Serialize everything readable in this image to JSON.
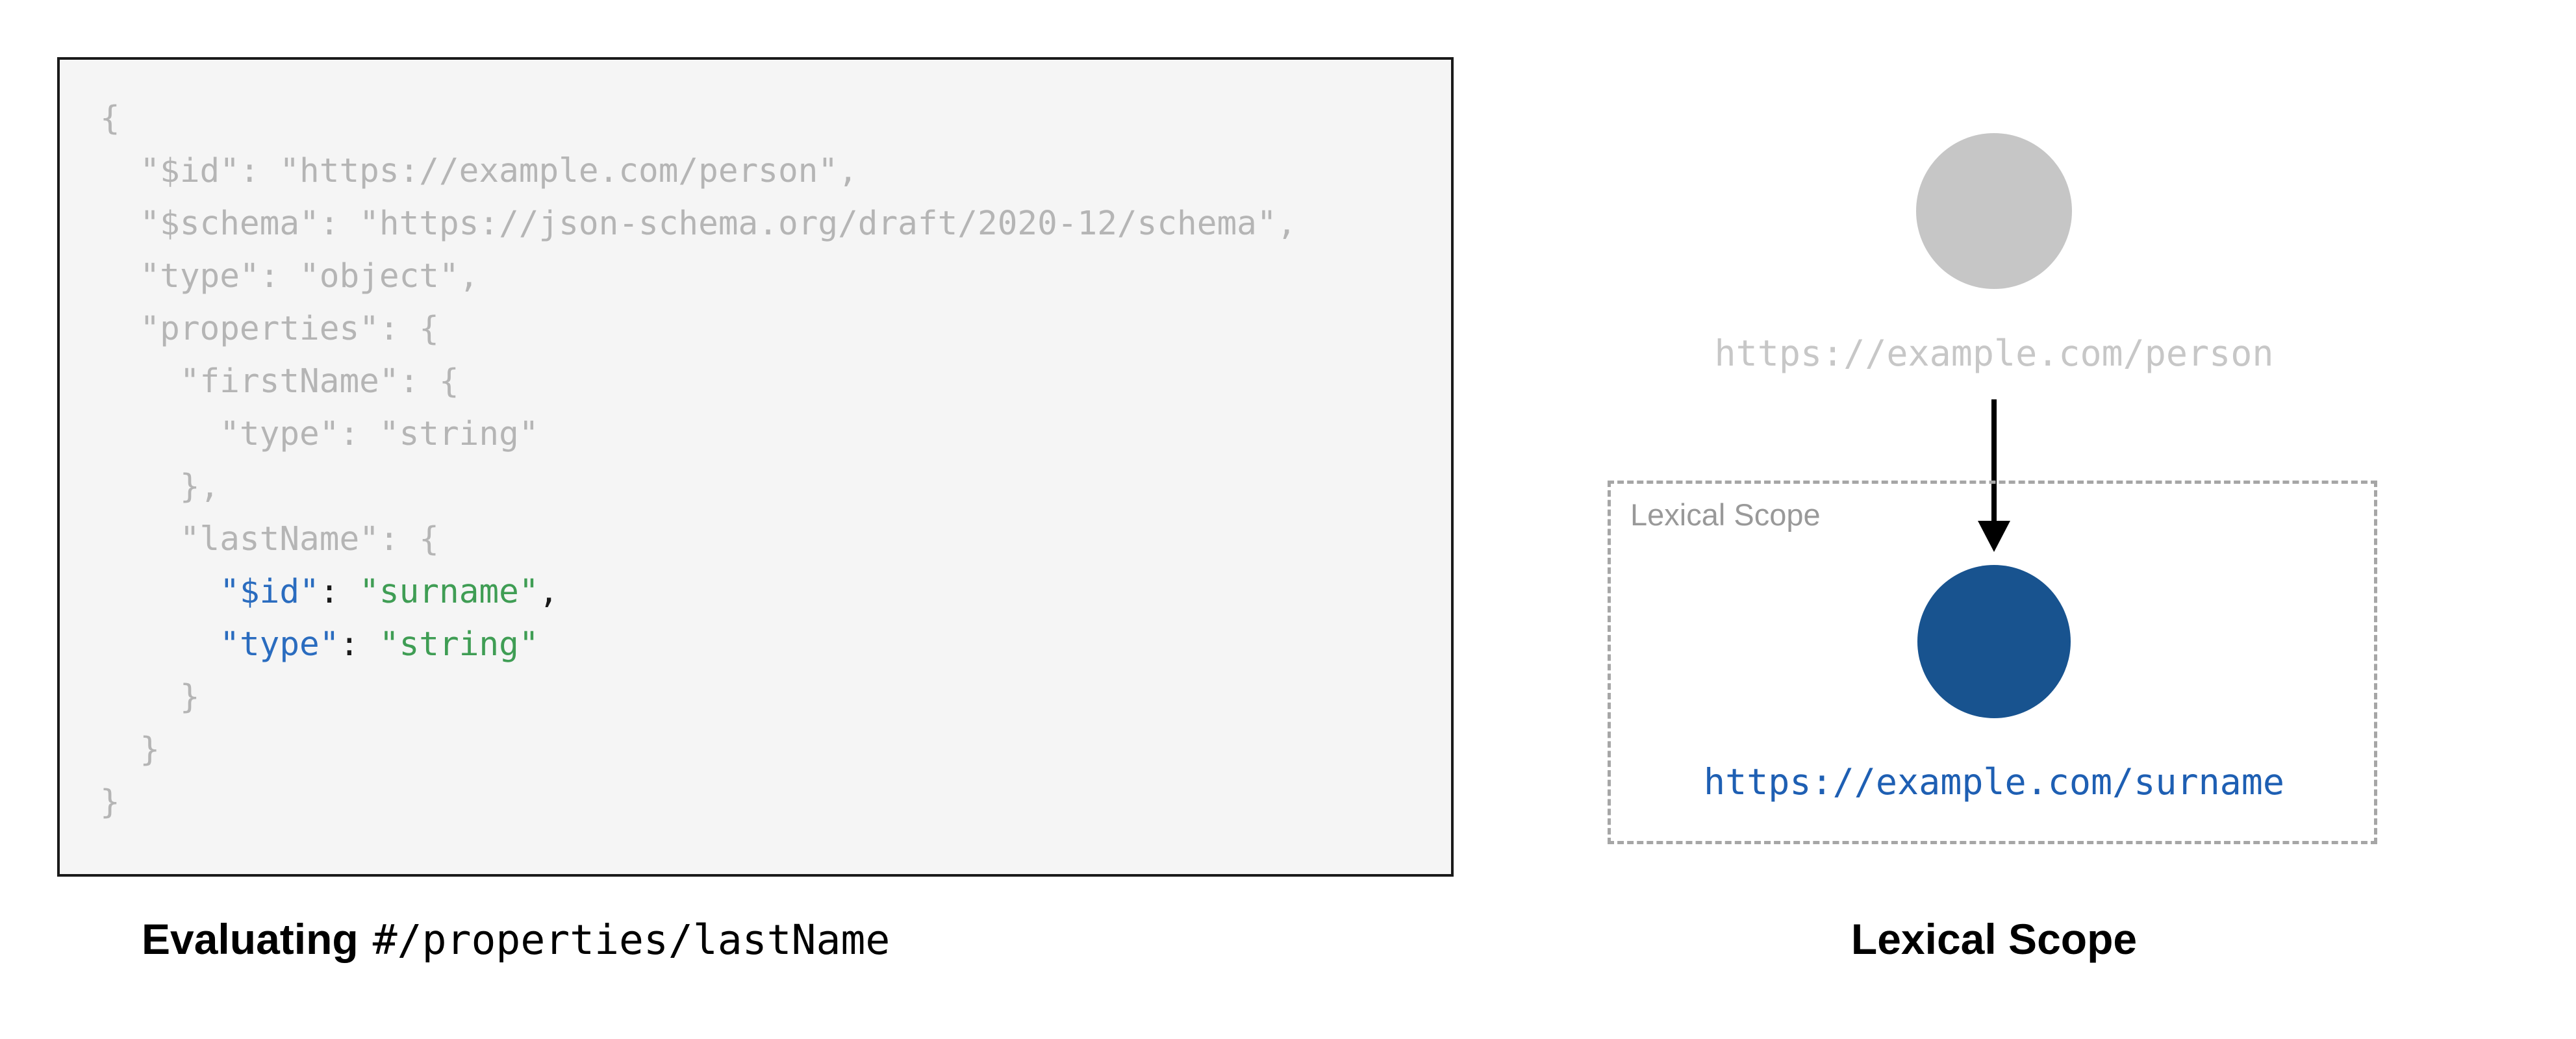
{
  "code_panel": {
    "lines": [
      [
        {
          "t": "{",
          "c": "dim"
        }
      ],
      [
        {
          "t": "  \"$id\": \"https://example.com/person\",",
          "c": "dim"
        }
      ],
      [
        {
          "t": "  \"$schema\": \"https://json-schema.org/draft/2020-12/schema\",",
          "c": "dim"
        }
      ],
      [
        {
          "t": "  \"type\": \"object\",",
          "c": "dim"
        }
      ],
      [
        {
          "t": "  \"properties\": {",
          "c": "dim"
        }
      ],
      [
        {
          "t": "    \"firstName\": {",
          "c": "dim"
        }
      ],
      [
        {
          "t": "      \"type\": \"string\"",
          "c": "dim"
        }
      ],
      [
        {
          "t": "    },",
          "c": "dim"
        }
      ],
      [
        {
          "t": "    \"lastName\": {",
          "c": "dim"
        }
      ],
      [
        {
          "t": "      ",
          "c": "dim"
        },
        {
          "t": "\"$id\"",
          "c": "key"
        },
        {
          "t": ": ",
          "c": "plain"
        },
        {
          "t": "\"surname\"",
          "c": "str"
        },
        {
          "t": ",",
          "c": "plain"
        }
      ],
      [
        {
          "t": "      ",
          "c": "dim"
        },
        {
          "t": "\"type\"",
          "c": "key"
        },
        {
          "t": ": ",
          "c": "plain"
        },
        {
          "t": "\"string\"",
          "c": "str"
        }
      ],
      [
        {
          "t": "    }",
          "c": "dim"
        }
      ],
      [
        {
          "t": "  }",
          "c": "dim"
        }
      ],
      [
        {
          "t": "}",
          "c": "dim"
        }
      ]
    ]
  },
  "left_caption": {
    "bold": "Evaluating",
    "pointer": "#/properties/lastName"
  },
  "diagram": {
    "parent_label": "https://example.com/person",
    "scope_label": "Lexical Scope",
    "child_label": "https://example.com/surname",
    "caption": "Lexical Scope"
  },
  "colors": {
    "code_dim": "#b5b5b5",
    "code_key": "#2a6cbf",
    "code_str": "#3f9d54",
    "code_plain": "#1a1a1a",
    "node_gray": "#c6c6c6",
    "node_blue": "#18538f",
    "label_gray": "#c7c7c7",
    "label_blue": "#1e5fb3",
    "scope_border": "#a6a6a6",
    "scope_label_color": "#999999",
    "panel_bg": "#f5f5f5",
    "panel_border": "#1a1a1a",
    "arrow_color": "#000000"
  }
}
